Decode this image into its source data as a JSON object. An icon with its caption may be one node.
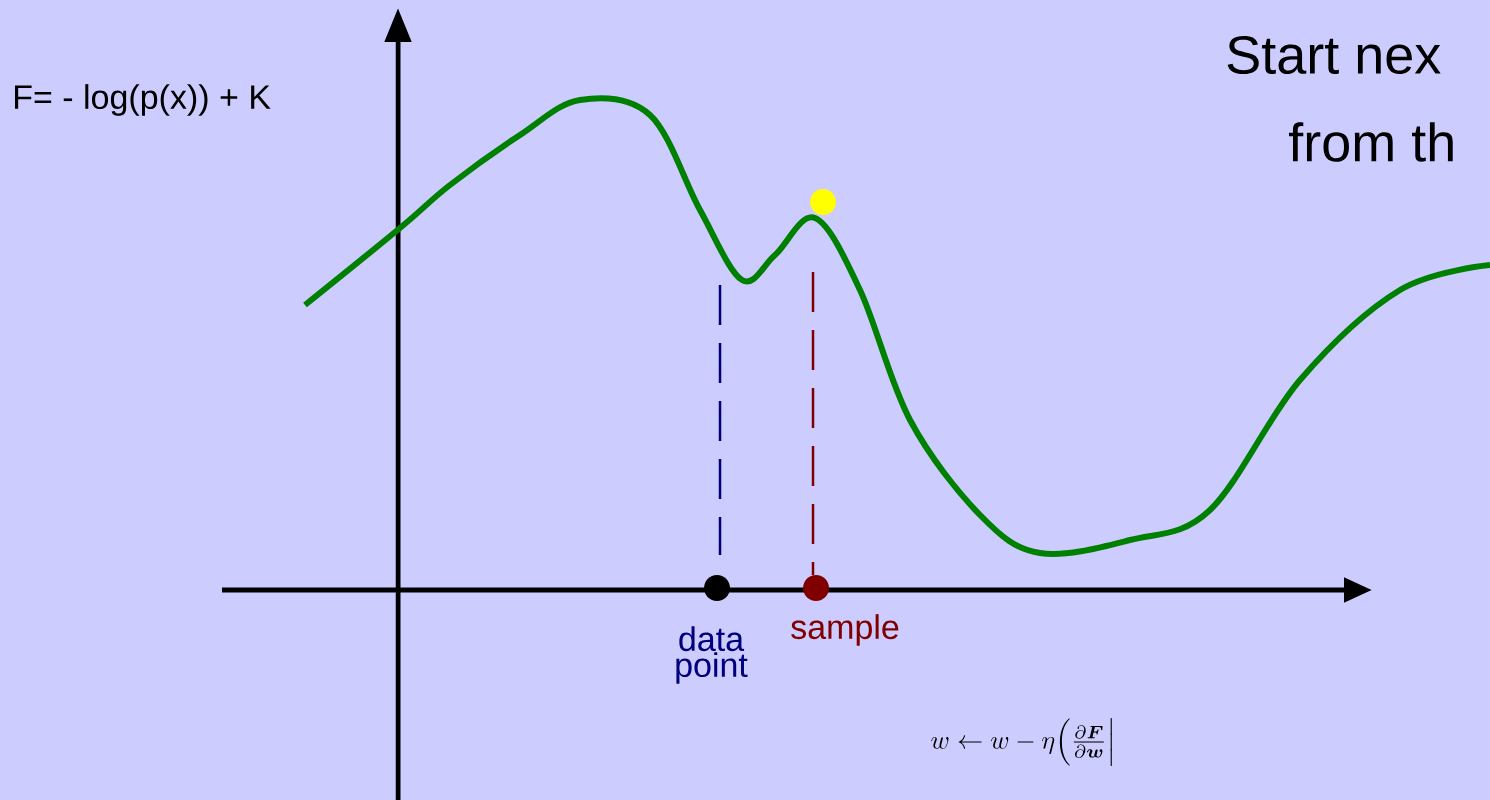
{
  "diagram": {
    "labels": [
      "F= - log(p(x)) + K",
      "Start nex",
      "from th",
      "data point",
      "sample",
      "w \\leftarrow w - \\eta \\Big( \\frac{\\partial \\boldsymbol{F}}{\\partial \\boldsymbol{w}} \\Big|"
    ]
  }
}
